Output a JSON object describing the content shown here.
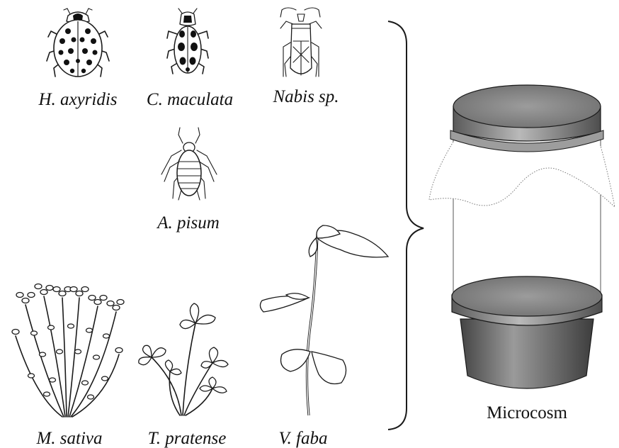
{
  "organisms": {
    "harmonia": {
      "label": "H. axyridis",
      "icon": "ladybird-beetle-icon"
    },
    "coleomegilla": {
      "label": "C. maculata",
      "icon": "spotted-beetle-icon"
    },
    "nabis": {
      "label": "Nabis sp.",
      "icon": "damsel-bug-icon"
    },
    "aphid": {
      "label": "A. pisum",
      "icon": "pea-aphid-icon"
    },
    "alfalfa": {
      "label": "M. sativa",
      "icon": "alfalfa-plant-icon"
    },
    "clover": {
      "label": "T. pratense",
      "icon": "red-clover-plant-icon"
    },
    "bean": {
      "label": "V. faba",
      "icon": "faba-bean-plant-icon"
    }
  },
  "microcosm": {
    "label": "Microcosm",
    "icon": "microcosm-jar-icon"
  },
  "colors": {
    "ink": "#1a1a1a",
    "lid": "#8a8a8a",
    "pot": "#6e6e6e"
  }
}
